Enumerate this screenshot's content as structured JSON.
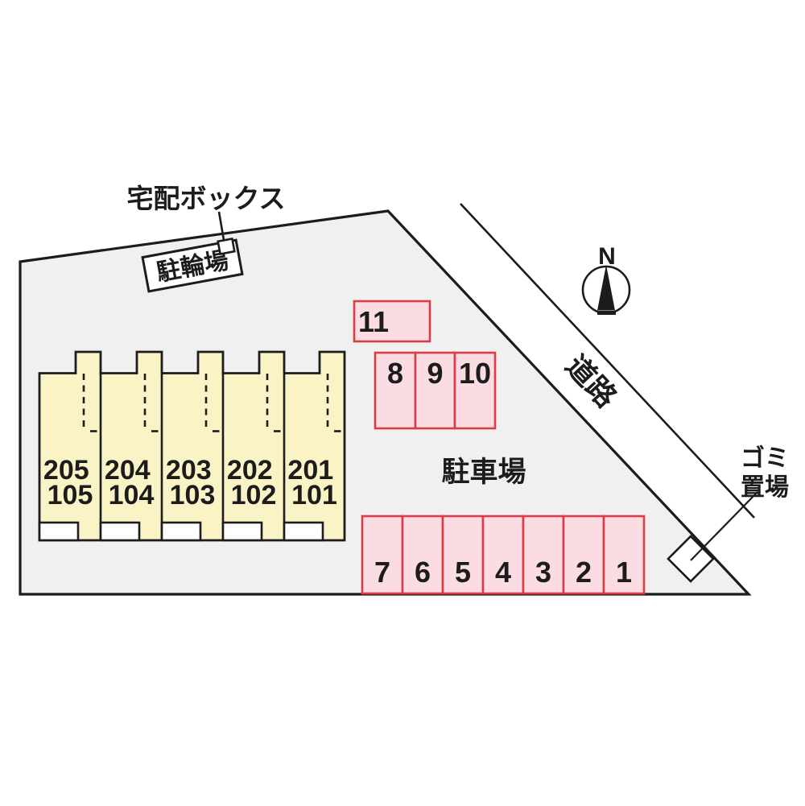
{
  "colors": {
    "line": "#1c1c1c",
    "site_fill": "#f1f0f0",
    "building_fill": "#f9f3c6",
    "white_fill": "#ffffff",
    "parking_fill": "#fcdce3",
    "parking_stroke": "#da3d47"
  },
  "labels": {
    "delivery_box": "宅配ボックス",
    "bicycle_parking": "駐輪場",
    "parking_lot": "駐車場",
    "road": "道路",
    "north": "N",
    "garbage_line1": "ゴミ",
    "garbage_line2": "置場"
  },
  "building": {
    "units": [
      {
        "upper": "205",
        "lower": "105"
      },
      {
        "upper": "204",
        "lower": "104"
      },
      {
        "upper": "203",
        "lower": "103"
      },
      {
        "upper": "202",
        "lower": "102"
      },
      {
        "upper": "201",
        "lower": "101"
      }
    ]
  },
  "parking": {
    "space_single": "11",
    "row_top": [
      "8",
      "9",
      "10"
    ],
    "row_bottom": [
      "7",
      "6",
      "5",
      "4",
      "3",
      "2",
      "1"
    ]
  }
}
